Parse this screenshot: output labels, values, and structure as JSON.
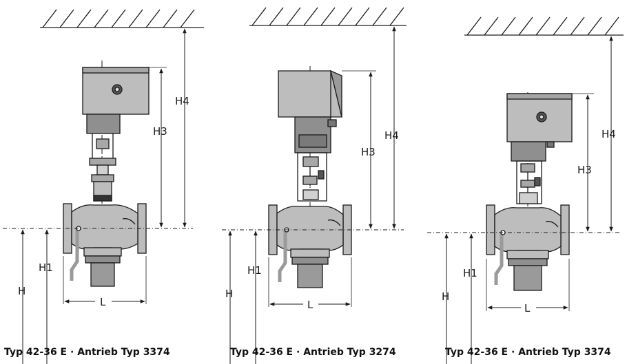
{
  "variants": [
    {
      "caption": "Typ 42-36 E · Antrieb Typ 3374",
      "labels": {
        "h4": "H4",
        "h3": "H3",
        "h1": "H1",
        "h": "H",
        "l": "L"
      }
    },
    {
      "caption": "Typ 42-36 E · Antrieb Typ 3274",
      "labels": {
        "h4": "H4",
        "h3": "H3",
        "h1": "H1",
        "h": "H",
        "l": "L"
      }
    },
    {
      "caption": "Typ 42-36 E · Antrieb Typ 3374",
      "labels": {
        "h4": "H4",
        "h3": "H3",
        "h1": "H1",
        "h": "H",
        "l": "L"
      }
    }
  ],
  "colors": {
    "line": "#1a1a1a",
    "housing": "#bdbdbd",
    "housing_dark": "#8f8f8f",
    "metal": "#a8a8a8",
    "pipe": "#9a9a9a"
  }
}
